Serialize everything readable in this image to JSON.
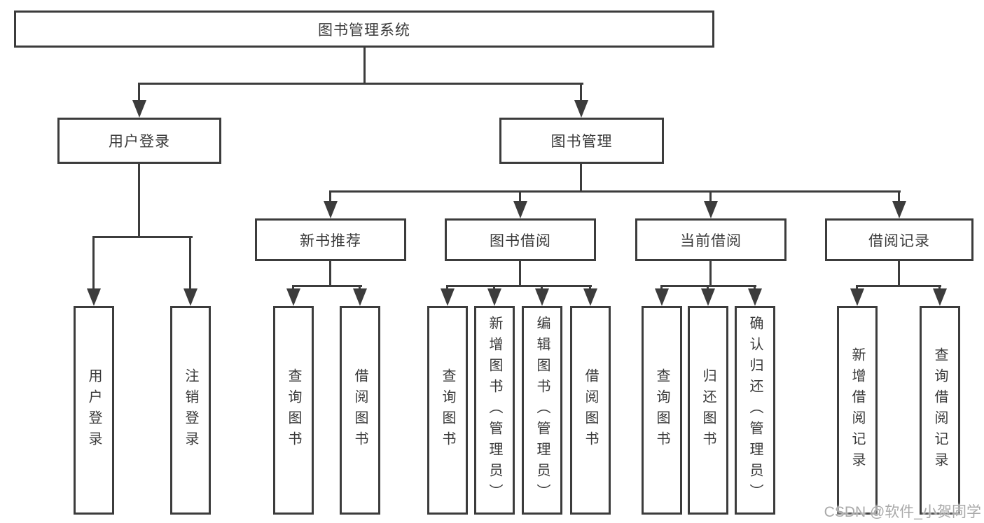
{
  "colors": {
    "line": "#3c3c3c",
    "text": "#3a3a3a",
    "watermark": "#a9a9a9",
    "background": "#ffffff"
  },
  "tree": {
    "label": "图书管理系统",
    "children": [
      {
        "label": "用户登录",
        "children": [
          {
            "label": "用户登录"
          },
          {
            "label": "注销登录"
          }
        ]
      },
      {
        "label": "图书管理",
        "children": [
          {
            "label": "新书推荐",
            "children": [
              {
                "label": "查询图书"
              },
              {
                "label": "借阅图书"
              }
            ]
          },
          {
            "label": "图书借阅",
            "children": [
              {
                "label": "查询图书"
              },
              {
                "label": "新增图书（管理员）"
              },
              {
                "label": "编辑图书（管理员）"
              },
              {
                "label": "借阅图书"
              }
            ]
          },
          {
            "label": "当前借阅",
            "children": [
              {
                "label": "查询图书"
              },
              {
                "label": "归还图书"
              },
              {
                "label": "确认归还（管理员）"
              }
            ]
          },
          {
            "label": "借阅记录",
            "children": [
              {
                "label": "新增借阅记录"
              },
              {
                "label": "查询借阅记录"
              }
            ]
          }
        ]
      }
    ]
  },
  "watermark": {
    "text": "CSDN @软件_小贺同学"
  }
}
